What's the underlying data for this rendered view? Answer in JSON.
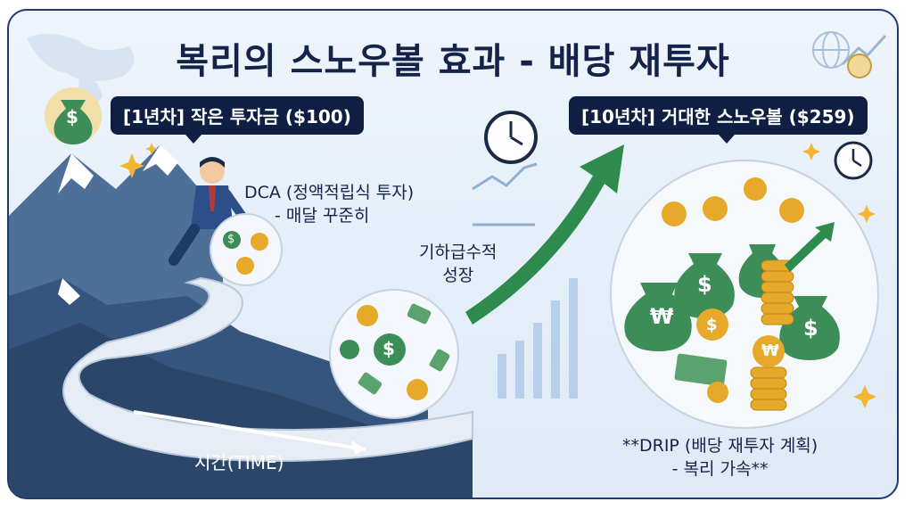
{
  "title": "복리의 스노우볼 효과 - 배당 재투자",
  "badge_year1": "[1년차] 작은 투자금 ($100)",
  "badge_year10": "[10년차] 거대한 스노우볼 ($259)",
  "dca": {
    "line1": "DCA (정액적립식 투자)",
    "line2": "- 매달 꾸준히"
  },
  "growth": {
    "line1": "기하급수적",
    "line2": "성장"
  },
  "time_label": "시간(TIME)",
  "drip": {
    "line1": "**DRIP (배당 재투자 계획)",
    "line2": "- 복리 가속**"
  },
  "coin_symbols": {
    "dollar": "$",
    "won": "₩"
  },
  "colors": {
    "navy": "#0f1f44",
    "green": "#2e8b4e",
    "gold": "#e6a92a",
    "sky": "#dbe8f5"
  }
}
